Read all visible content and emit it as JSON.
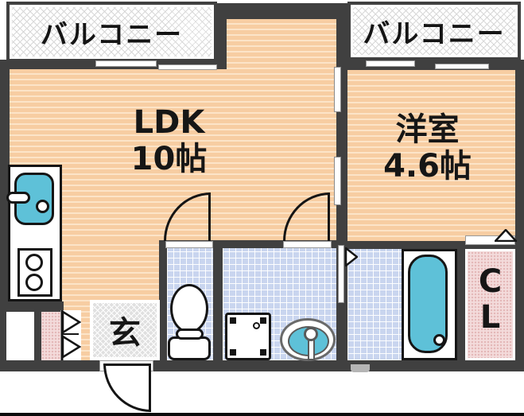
{
  "plan": {
    "balcony_left_label": "バルコニー",
    "balcony_right_label": "バルコニー",
    "ldk_name": "LDK",
    "ldk_size": "10帖",
    "bedroom_name": "洋室",
    "bedroom_size": "4.6帖",
    "entrance_label": "玄",
    "closet_letter_1": "C",
    "closet_letter_2": "L"
  },
  "colors": {
    "wall": "#404040",
    "line": "#151515",
    "floor": "#f7cda2",
    "floor-stripe": "#fce4c8",
    "tile": "#c9d5ef",
    "fixture-teal": "#5ec1d8",
    "closet-pink": "#f3dbdb",
    "closet-dot": "#e3b7b7",
    "hatch-gray": "#d7d7d7",
    "genkan-gray": "#e0e0e0"
  }
}
